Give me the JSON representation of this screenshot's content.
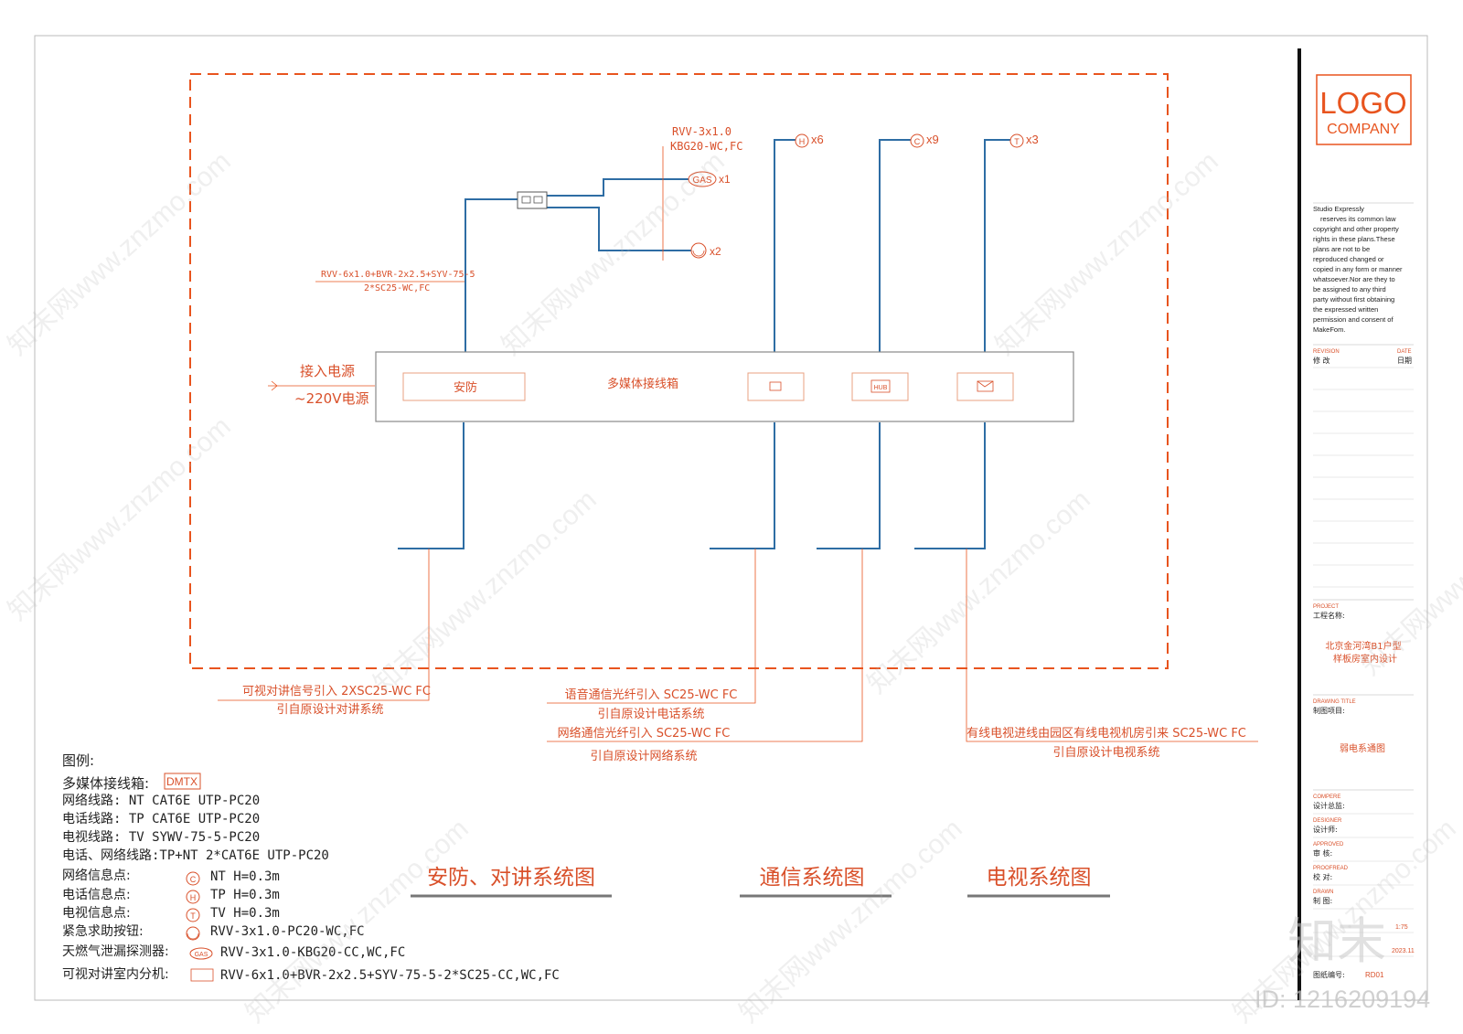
{
  "colors": {
    "accent": "#E8541E",
    "label": "#D9502A",
    "cable": "#2E6DA4",
    "frame": "#555555",
    "text": "#222222"
  },
  "boundary": {
    "cable_gas_line1": "RVV-3x1.0",
    "cable_gas_line2": "KBG20-WC,FC",
    "gas_label": "GAS",
    "gas_count": "x1",
    "button_count": "x2",
    "intercom_cable_line1": "RVV-6x1.0+BVR-2x2.5+SYV-75-5",
    "intercom_cable_line2": "2*SC25-WC,FC",
    "outlet_h_symbol": "H",
    "outlet_h_count": "x6",
    "outlet_c_symbol": "C",
    "outlet_c_count": "x9",
    "outlet_t_symbol": "T",
    "outlet_t_count": "x3",
    "power_in_line1": "接入电源",
    "power_in_line2": "~220V电源",
    "security_label": "安防",
    "box_title": "多媒体接线箱",
    "hub_label": "HUB"
  },
  "incoming": [
    {
      "line1": "可视对讲信号引入 2XSC25-WC FC",
      "line2": "引自原设计对讲系统"
    },
    {
      "line1": "语音通信光纤引入 SC25-WC FC",
      "line2": "引自原设计电话系统"
    },
    {
      "line1": "网络通信光纤引入 SC25-WC FC",
      "line2": "引自原设计网络系统"
    },
    {
      "line1": "有线电视进线由园区有线电视机房引来 SC25-WC FC",
      "line2": "引自原设计电视系统"
    }
  ],
  "legend": {
    "title": "图例:",
    "box_label": "多媒体接线箱:",
    "box_tag": "DMTX",
    "rows": [
      "网络线路:  NT  CAT6E UTP-PC20",
      "电话线路:  TP  CAT6E UTP-PC20",
      "电视线路:  TV  SYWV-75-5-PC20",
      "电话、网络线路:TP+NT  2*CAT6E UTP-PC20"
    ],
    "points": [
      {
        "label": "网络信息点:",
        "symbol": "C",
        "text": "NT  H=0.3m"
      },
      {
        "label": "电话信息点:",
        "symbol": "H",
        "text": "TP  H=0.3m"
      },
      {
        "label": "电视信息点:",
        "symbol": "T",
        "text": "TV  H=0.3m"
      },
      {
        "label": "紧急求助按钮:",
        "symbol": "",
        "text": "RVV-3x1.0-PC20-WC,FC"
      },
      {
        "label": "天燃气泄漏探测器:",
        "symbol": "GAS",
        "text": "RVV-3x1.0-KBG20-CC,WC,FC"
      },
      {
        "label": "可视对讲室内分机:",
        "symbol": "",
        "text": "RVV-6x1.0+BVR-2x2.5+SYV-75-5-2*SC25-CC,WC,FC"
      }
    ]
  },
  "titles": {
    "security": "安防、对讲系统图",
    "comm": "通信系统图",
    "tv": "电视系统图"
  },
  "title_block": {
    "logo": "LOGO",
    "company": "COMPANY",
    "notice": [
      "Studio Expressly",
      "reserves its common law",
      "copyright and other property",
      "rights in these plans.These",
      "plans are not to be",
      "reproduced changed or",
      "copied in any form or manner",
      "whatsoever.Nor are they to",
      "be assigned to any third",
      "party without first obtaining",
      "the expressed written",
      "permission and consent of",
      "MakeFom."
    ],
    "revision_en": "REVISION",
    "date_en": "DATE",
    "revision_cn": "修 改",
    "date_cn": "日期",
    "project_en": "PROJECT",
    "project_cn": "工程名称:",
    "project_line1": "北京金河湾B1户型",
    "project_line2": "样板房室内设计",
    "drawing_title_en": "DRAWING TITLE",
    "drawing_title_cn": "制图项目:",
    "drawing_name": "弱电系通图",
    "compere_en": "COMPERE",
    "compere_cn": "设计总监:",
    "designer_en": "DESIGNER",
    "designer_cn": "设计师:",
    "approved_en": "APPROVED",
    "approved_cn": "审 核:",
    "proofread_en": "PROOFREAD",
    "proofread_cn": "校 对:",
    "drawn_en": "DRAWN",
    "drawn_cn": "制 图:",
    "scale_value": "1:75",
    "date_value": "2023.11",
    "drawing_number_label": "图纸编号:",
    "drawing_number": "RD01"
  },
  "watermark": {
    "site": "知末网www.znzmo.com",
    "brand": "知末",
    "id": "ID: 1216209194"
  }
}
